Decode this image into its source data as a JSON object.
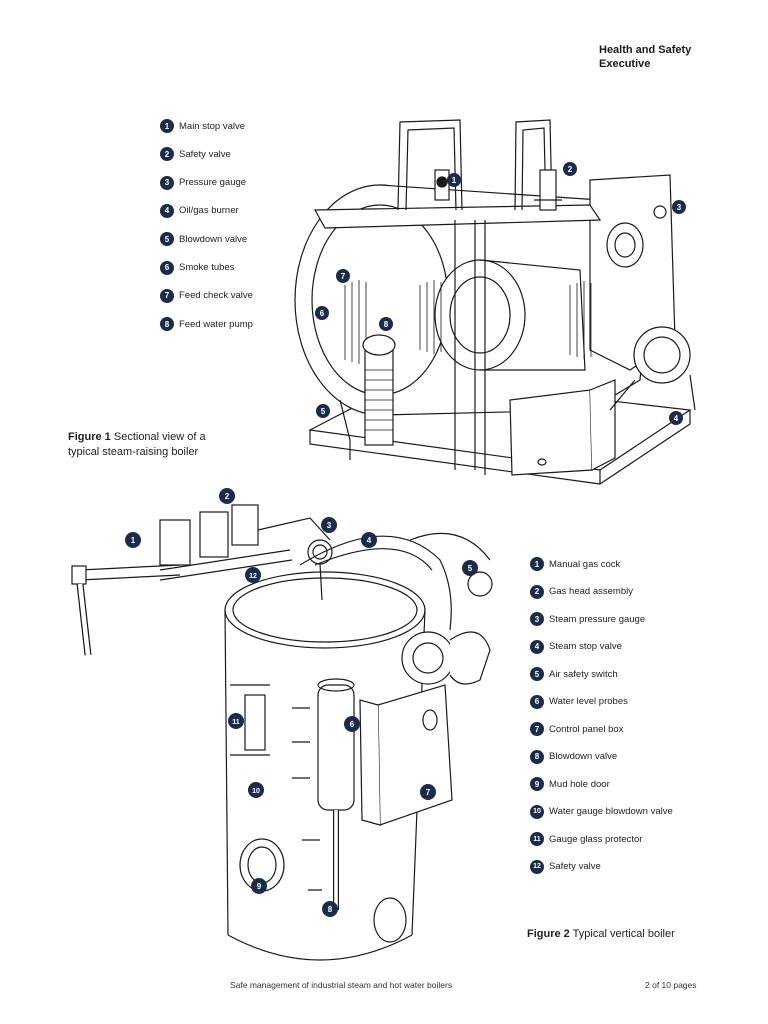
{
  "header": {
    "org_line1": "Health and Safety",
    "org_line2": "Executive"
  },
  "figure1": {
    "caption_bold": "Figure 1",
    "caption_rest_line1": "Sectional view of a",
    "caption_rest_line2": "typical steam-raising boiler",
    "legend": [
      {
        "num": "1",
        "label": "Main stop valve"
      },
      {
        "num": "2",
        "label": "Safety valve"
      },
      {
        "num": "3",
        "label": "Pressure gauge"
      },
      {
        "num": "4",
        "label": "Oil/gas burner"
      },
      {
        "num": "5",
        "label": "Blowdown valve"
      },
      {
        "num": "6",
        "label": "Smoke tubes"
      },
      {
        "num": "7",
        "label": "Feed check valve"
      },
      {
        "num": "8",
        "label": "Feed water pump"
      }
    ]
  },
  "figure2": {
    "caption_bold": "Figure 2",
    "caption_rest": "Typical vertical boiler",
    "legend": [
      {
        "num": "1",
        "label": "Manual gas cock"
      },
      {
        "num": "2",
        "label": "Gas head assembly"
      },
      {
        "num": "3",
        "label": "Steam pressure gauge"
      },
      {
        "num": "4",
        "label": "Steam stop valve"
      },
      {
        "num": "5",
        "label": "Air safety switch"
      },
      {
        "num": "6",
        "label": "Water level probes"
      },
      {
        "num": "7",
        "label": "Control panel box"
      },
      {
        "num": "8",
        "label": "Blowdown valve"
      },
      {
        "num": "9",
        "label": "Mud hole door"
      },
      {
        "num": "10",
        "label": "Water gauge blowdown valve"
      },
      {
        "num": "11",
        "label": "Gauge glass protector"
      },
      {
        "num": "12",
        "label": "Safety valve"
      }
    ]
  },
  "footer": {
    "title": "Safe management of industrial steam and hot water boilers",
    "page": "2 of 10 pages"
  },
  "colors": {
    "badge": "#1c2b4a",
    "line": "#1a1a1a"
  }
}
